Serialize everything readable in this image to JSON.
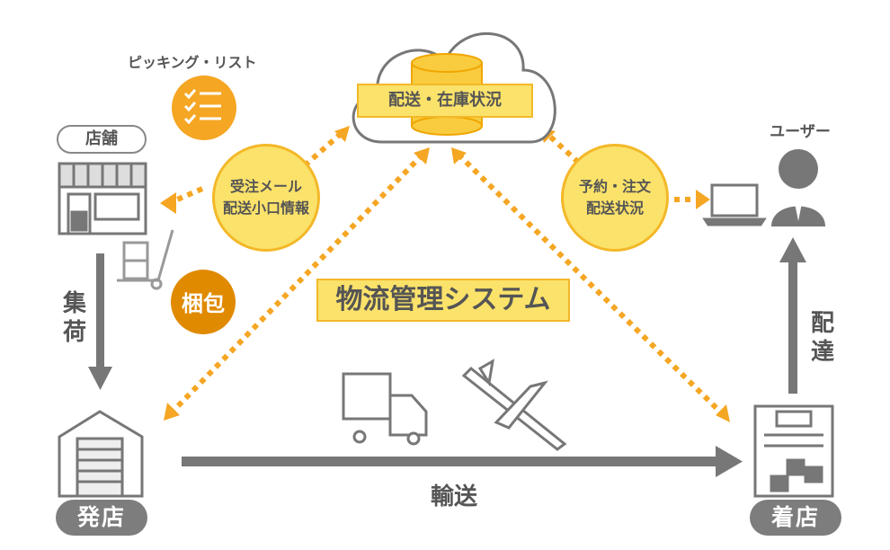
{
  "cloud": {
    "label": "配送・在庫状況"
  },
  "system": {
    "label": "物流管理システム"
  },
  "picking": {
    "label": "ピッキング・リスト"
  },
  "store": {
    "label": "店舗"
  },
  "user": {
    "label": "ユーザー"
  },
  "left_circle": {
    "line1": "受注メール",
    "line2": "配送小口情報"
  },
  "right_circle": {
    "line1": "予約・注文",
    "line2": "配送状況"
  },
  "packing": {
    "label": "梱包"
  },
  "collect": {
    "label": "集荷"
  },
  "deliver": {
    "label": "配達"
  },
  "transport": {
    "label": "輸送"
  },
  "origin": {
    "label": "発店"
  },
  "destination": {
    "label": "着店"
  },
  "colors": {
    "accent": "#f3b829",
    "dots": "#f5a623",
    "gray": "#7d7d7d",
    "orange": "#e08a00"
  }
}
